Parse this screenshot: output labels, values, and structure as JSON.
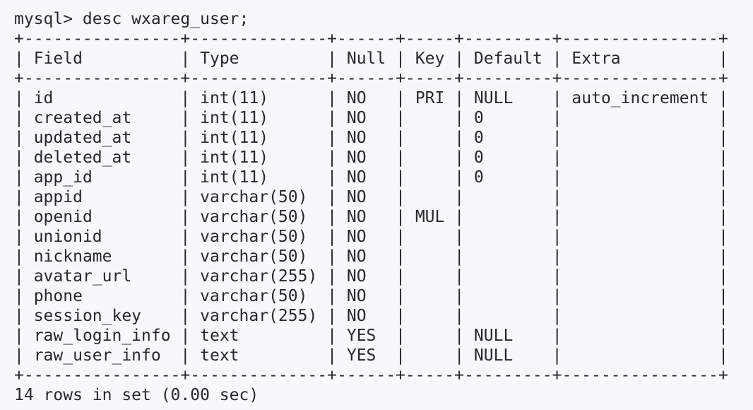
{
  "prompt": "mysql> desc wxareg_user;",
  "columns": [
    "Field",
    "Type",
    "Null",
    "Key",
    "Default",
    "Extra"
  ],
  "rows": [
    [
      "id",
      "int(11)",
      "NO",
      "PRI",
      "NULL",
      "auto_increment"
    ],
    [
      "created_at",
      "int(11)",
      "NO",
      "",
      "0",
      ""
    ],
    [
      "updated_at",
      "int(11)",
      "NO",
      "",
      "0",
      ""
    ],
    [
      "deleted_at",
      "int(11)",
      "NO",
      "",
      "0",
      ""
    ],
    [
      "app_id",
      "int(11)",
      "NO",
      "",
      "0",
      ""
    ],
    [
      "appid",
      "varchar(50)",
      "NO",
      "",
      "",
      ""
    ],
    [
      "openid",
      "varchar(50)",
      "NO",
      "MUL",
      "",
      ""
    ],
    [
      "unionid",
      "varchar(50)",
      "NO",
      "",
      "",
      ""
    ],
    [
      "nickname",
      "varchar(50)",
      "NO",
      "",
      "",
      ""
    ],
    [
      "avatar_url",
      "varchar(255)",
      "NO",
      "",
      "",
      ""
    ],
    [
      "phone",
      "varchar(50)",
      "NO",
      "",
      "",
      ""
    ],
    [
      "session_key",
      "varchar(255)",
      "NO",
      "",
      "",
      ""
    ],
    [
      "raw_login_info",
      "text",
      "YES",
      "",
      "NULL",
      ""
    ],
    [
      "raw_user_info",
      "text",
      "YES",
      "",
      "NULL",
      ""
    ]
  ],
  "footer": "14 rows in set (0.00 sec)"
}
